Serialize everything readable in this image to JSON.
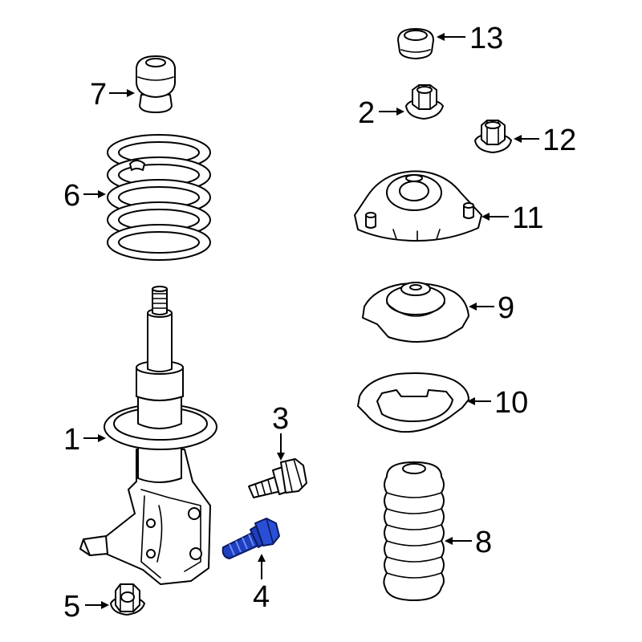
{
  "callouts": [
    {
      "id": "1",
      "label": "1"
    },
    {
      "id": "2",
      "label": "2"
    },
    {
      "id": "3",
      "label": "3"
    },
    {
      "id": "4",
      "label": "4"
    },
    {
      "id": "5",
      "label": "5"
    },
    {
      "id": "6",
      "label": "6"
    },
    {
      "id": "7",
      "label": "7"
    },
    {
      "id": "8",
      "label": "8"
    },
    {
      "id": "9",
      "label": "9"
    },
    {
      "id": "10",
      "label": "10"
    },
    {
      "id": "11",
      "label": "11"
    },
    {
      "id": "12",
      "label": "12"
    },
    {
      "id": "13",
      "label": "13"
    }
  ],
  "colors": {
    "highlight": "#1e3fbf",
    "line": "#000000",
    "background": "#ffffff"
  }
}
